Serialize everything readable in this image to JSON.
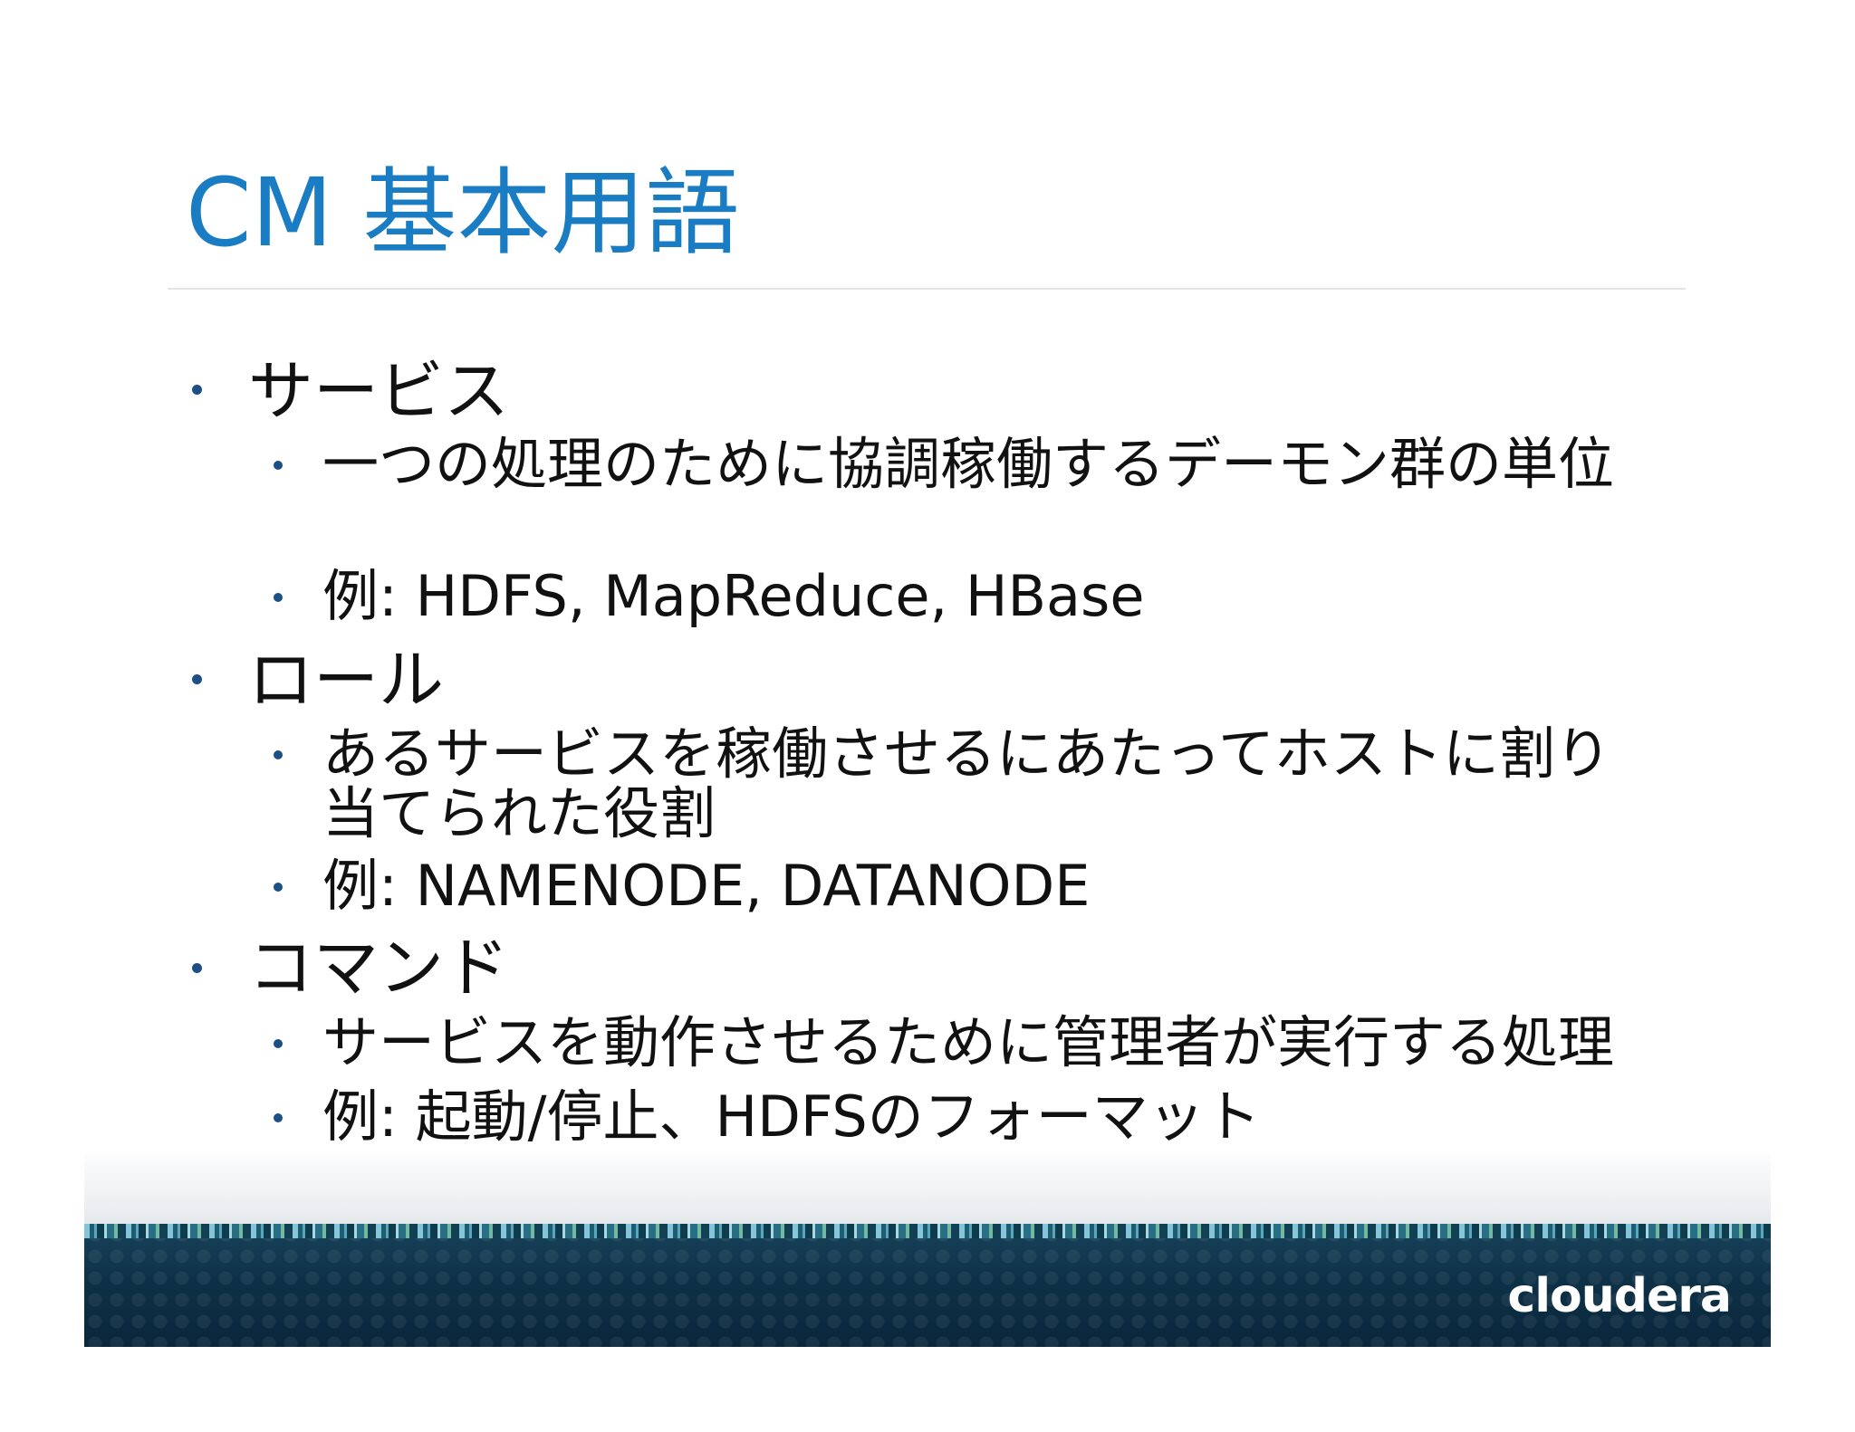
{
  "slide": {
    "title": "CM 基本用語",
    "sections": [
      {
        "heading": "サービス",
        "items": [
          "一つの処理のために協調稼働するデーモン群の単位",
          "例: HDFS, MapReduce, HBase"
        ]
      },
      {
        "heading": "ロール",
        "items": [
          "あるサービスを稼働させるにあたってホストに割り当てられた役割",
          "例: NAMENODE, DATANODE"
        ]
      },
      {
        "heading": "コマンド",
        "items": [
          "サービスを動作させるために管理者が実行する処理",
          "例: 起動/停止、HDFSのフォーマット"
        ]
      }
    ]
  },
  "footer": {
    "logo_text": "cloudera"
  },
  "colors": {
    "title": "#1a7dc4",
    "bullet": "#1b4f86",
    "footer_band": "#0e3147"
  }
}
